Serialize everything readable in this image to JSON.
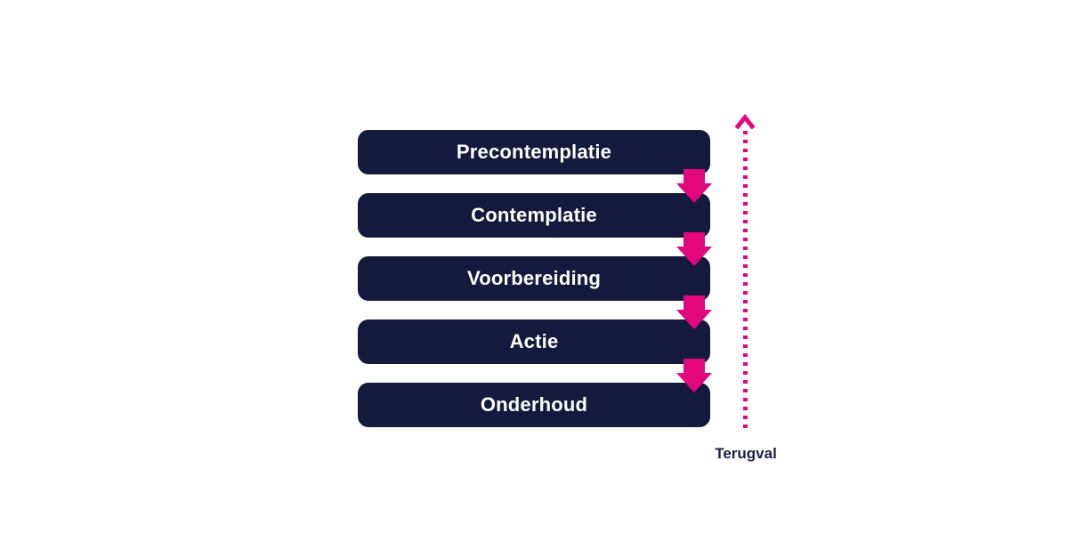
{
  "diagram": {
    "title": "stages-of-change",
    "stages": [
      {
        "label": "Precontemplatie"
      },
      {
        "label": "Contemplatie"
      },
      {
        "label": "Voorbereiding"
      },
      {
        "label": "Actie"
      },
      {
        "label": "Onderhoud"
      }
    ],
    "relapse_label": "Terugval",
    "icons": {
      "down_arrow": "solid block arrow pointing down",
      "up_arrow": "chevron arrowhead pointing up on dotted return line"
    },
    "colors": {
      "stage_box_bg": "#151a3d",
      "stage_text": "#ffffff",
      "accent_pink": "#e2077d",
      "relapse_label_text": "#1a1f4a",
      "background": "#ffffff"
    }
  }
}
